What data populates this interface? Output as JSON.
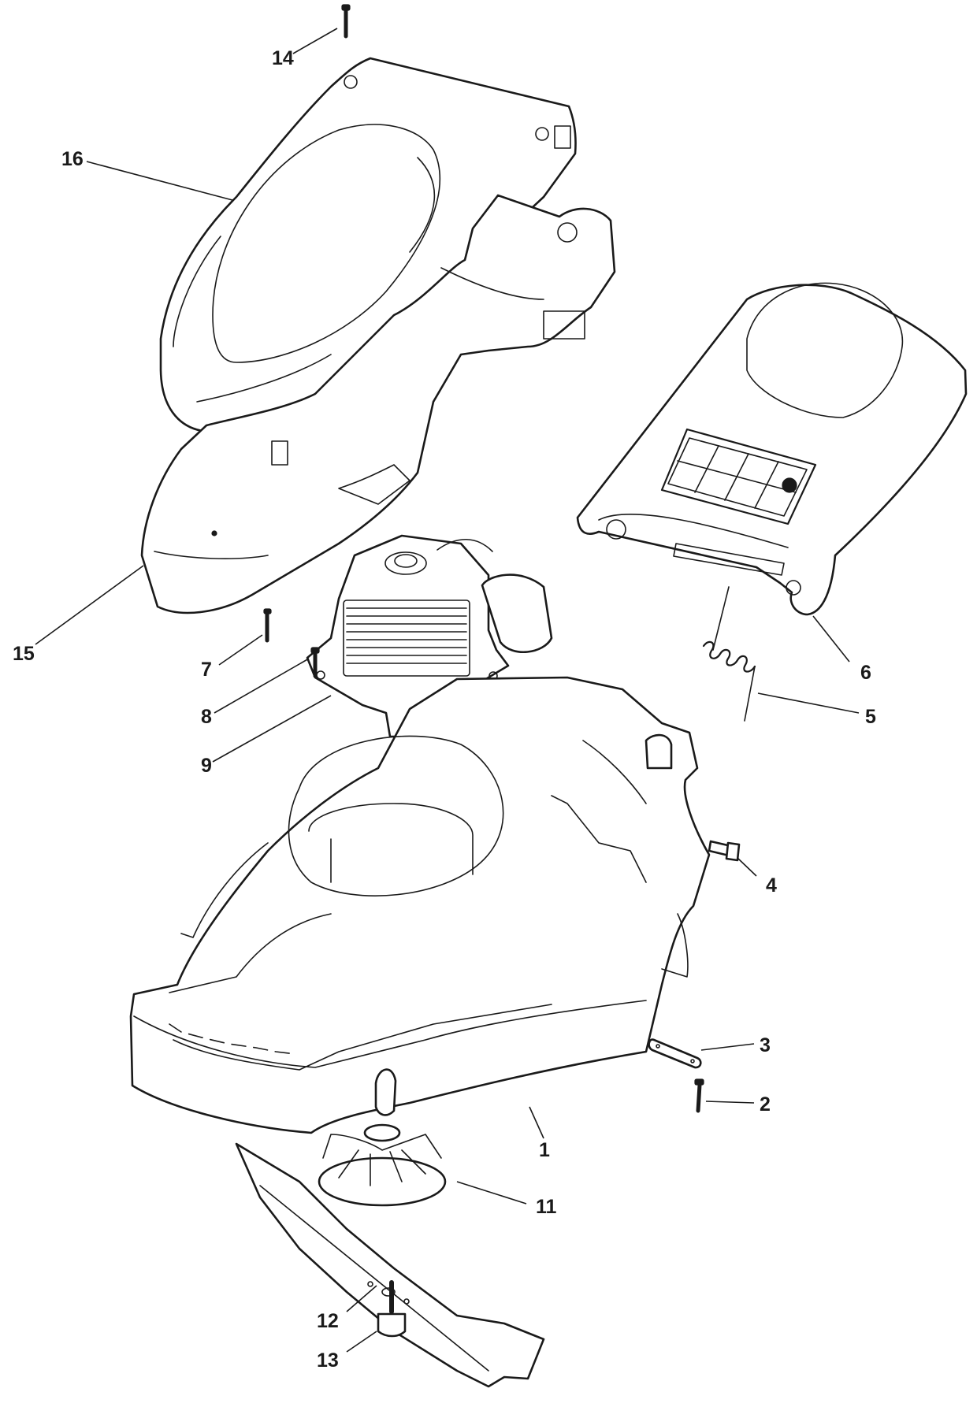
{
  "callouts": {
    "c1": "1",
    "c2": "2",
    "c3": "3",
    "c4": "4",
    "c5": "5",
    "c6": "6",
    "c7": "7",
    "c8": "8",
    "c9": "9",
    "c11": "11",
    "c12": "12",
    "c13": "13",
    "c14": "14",
    "c15": "15",
    "c16": "16"
  },
  "colors": {
    "line": "#1a1a1a",
    "background": "#ffffff"
  }
}
